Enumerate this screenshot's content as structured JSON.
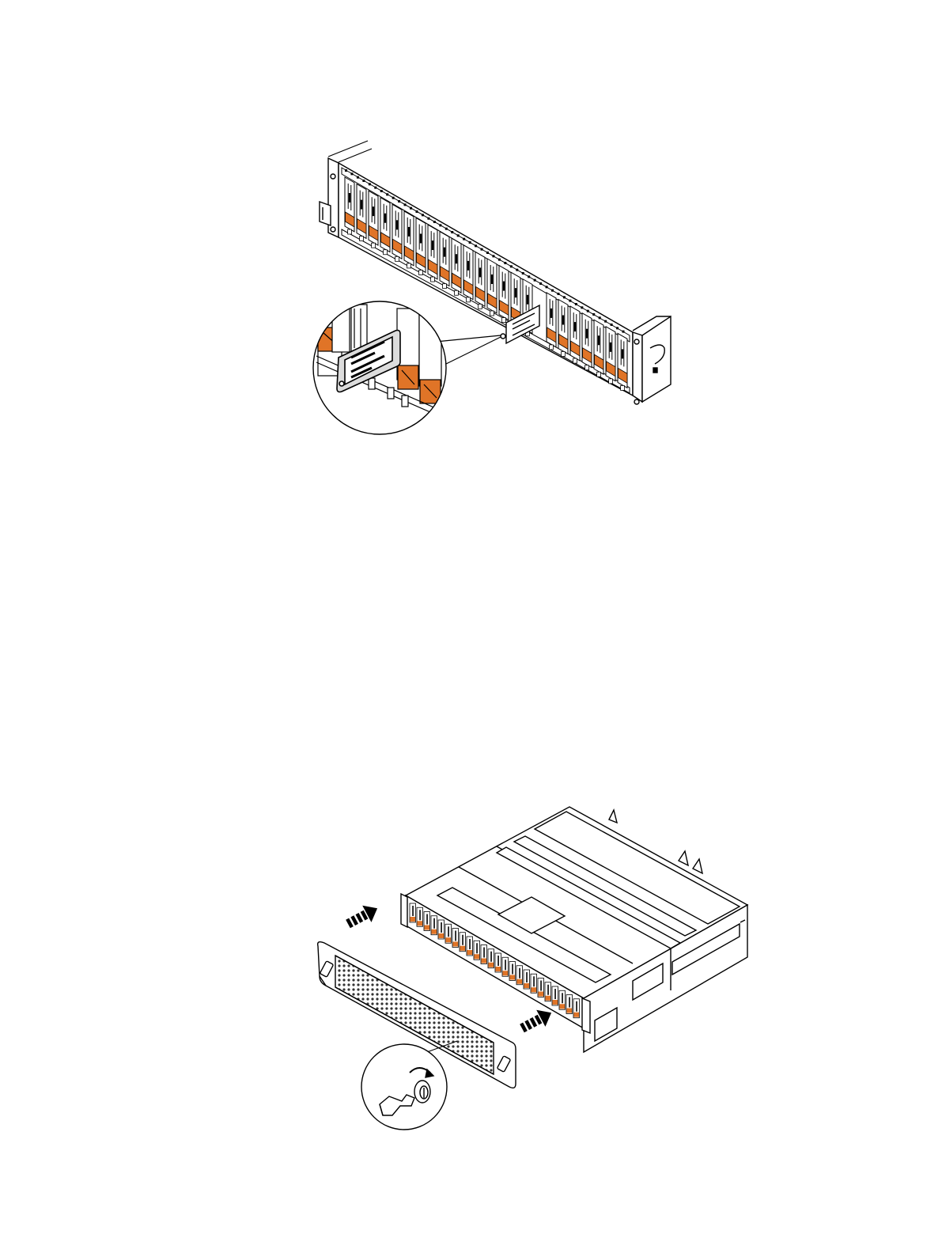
{
  "page": {
    "background": "#ffffff"
  },
  "figure_top": {
    "subject": "enclosure-front-drive-slots",
    "drive_slot_count": 24,
    "drive_latch_color": "#E07427",
    "callout": "magnified-pull-out-label-tab"
  },
  "figure_bottom": {
    "subject": "bezel-installation",
    "drive_slot_count": 24,
    "drive_latch_color": "#E07427",
    "arrow_style": "dashed-right-arrow",
    "callout": "key-lock-rotate"
  }
}
